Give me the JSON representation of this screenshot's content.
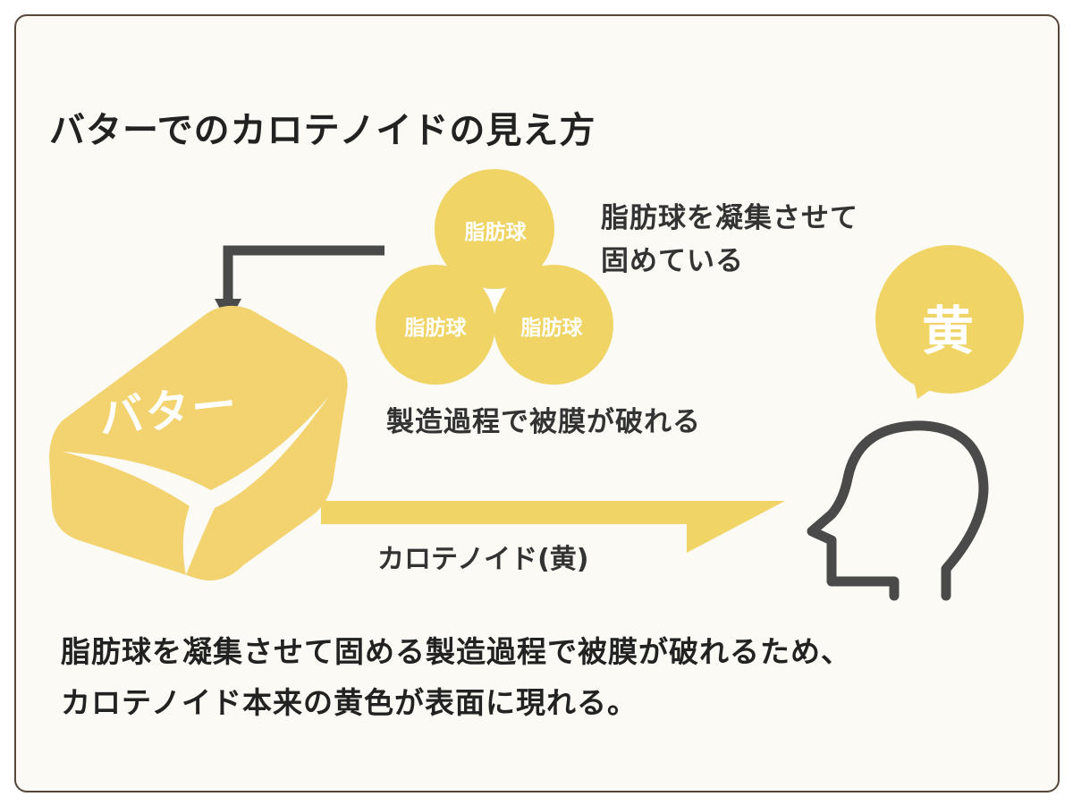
{
  "title": "バターでのカロテノイドの見え方",
  "fat_globule_label": "脂肪球",
  "note_aggregate": [
    "脂肪球を凝集させて",
    "固めている"
  ],
  "note_membrane": "製造過程で被膜が破れる",
  "butter_label": "バター",
  "flow_label": "カロテノイド(黄)",
  "speech_label": "黄",
  "summary": [
    "脂肪球を凝集させて固める製造過程で被膜が破れるため、",
    "カロテノイド本来の黄色が表面に現れる。"
  ],
  "icons": [
    "down-arrow-icon",
    "right-arrow-icon",
    "human-head-icon",
    "speech-bubble-icon",
    "butter-block-icon"
  ],
  "colors": {
    "accent_yellow": "#f0d466",
    "butter_yellow": "#f2d36f",
    "frame_border": "#56473a",
    "frame_background": "#fbfaf4",
    "line_dark": "#4a4a4a"
  }
}
